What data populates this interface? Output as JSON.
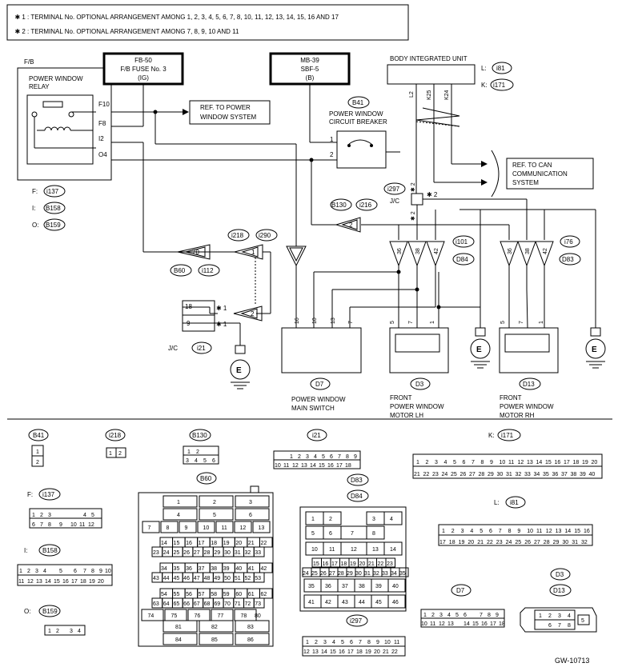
{
  "notes": [
    "  ✱ 1  : TERMINAL No. OPTIONAL ARRANGEMENT AMONG 1, 2, 3, 4, 5, 6, 7, 8, 10, 11, 12, 13, 14, 15, 16 AND 17",
    "  ✱ 2  : TERMINAL No. OPTIONAL ARRANGEMENT AMONG 7, 8, 9, 10 AND 11"
  ],
  "fb": {
    "label": "F/B",
    "relay_title_1": "POWER WINDOW",
    "relay_title_2": "RELAY",
    "pins": [
      "F10",
      "F8",
      "I2",
      "O4"
    ],
    "legend": [
      {
        "prefix": "F:",
        "conn": "i137"
      },
      {
        "prefix": "I:",
        "conn": "B158"
      },
      {
        "prefix": "O:",
        "conn": "B159"
      }
    ]
  },
  "fuse1": {
    "line1": "FB-50",
    "line2": "F/B FUSE No. 3",
    "line3": "(IG)"
  },
  "fuse2": {
    "line1": "MB-39",
    "line2": "SBF-5",
    "line3": "(B)"
  },
  "ref_power_window": {
    "line1": "REF. TO POWER",
    "line2": "WINDOW SYSTEM"
  },
  "circuit_breaker": {
    "conn": "B41",
    "line1": "POWER WINDOW",
    "line2": "CIRCUIT BREAKER",
    "pin1": "1",
    "pin2": "2"
  },
  "biu": {
    "title": "BODY INTEGRATED UNIT",
    "l_prefix": "L:",
    "l_conn": "i81",
    "k_prefix": "K:",
    "k_conn": "i171",
    "pins": [
      "L2",
      "K25",
      "K24"
    ]
  },
  "ref_can": {
    "line1": "REF. TO CAN",
    "line2": "COMMUNICATION",
    "line3": "SYSTEM"
  },
  "jc1": {
    "conn": "i297",
    "label": "J/C",
    "star2": "✱ 2"
  },
  "connectors": {
    "b130": "B130",
    "i216": "i216",
    "i218": "i218",
    "i290": "i290",
    "b60": "B60",
    "i112": "i112",
    "i101": "i101",
    "d84": "D84",
    "i76": "i76",
    "d83": "D83"
  },
  "arrow_labels": {
    "a70": "70",
    "a1": "1",
    "a2": "2",
    "a2b": "2",
    "b36": "36",
    "b38": "38",
    "b42": "42",
    "c36": "36",
    "c38": "38",
    "c42": "42"
  },
  "jc2": {
    "label": "J/C",
    "conn": "i21",
    "pin18": "18",
    "pin9": "9",
    "star": "✱ 1"
  },
  "main_switch": {
    "conn": "D7",
    "line1": "POWER WINDOW",
    "line2": "MAIN SWITCH",
    "pins": [
      "16",
      "10",
      "13",
      "7"
    ]
  },
  "motor_lh": {
    "conn": "D3",
    "line1": "FRONT",
    "line2": "POWER WINDOW",
    "line3": "MOTOR LH",
    "pins": [
      "5",
      "7",
      "1"
    ]
  },
  "motor_rh": {
    "conn": "D13",
    "line1": "FRONT",
    "line2": "POWER WINDOW",
    "line3": "MOTOR RH",
    "pins": [
      "5",
      "7",
      "1"
    ]
  },
  "ground": "E",
  "faces": {
    "b41": "B41",
    "i218": "i218",
    "b130": "B130",
    "i21": "i21",
    "k_i171_prefix": "K:",
    "k_i171": "i171",
    "f_i137_prefix": "F:",
    "f_i137": "i137",
    "b60": "B60",
    "d83": "D83",
    "d84": "D84",
    "l_i81_prefix": "L:",
    "l_i81": "i81",
    "i_b158_prefix": "I:",
    "i_b158": "B158",
    "d7": "D7",
    "d3": "D3",
    "d13": "D13",
    "o_b159_prefix": "O:",
    "o_b159": "B159",
    "i297": "i297"
  },
  "footer_code": "GW-10713"
}
